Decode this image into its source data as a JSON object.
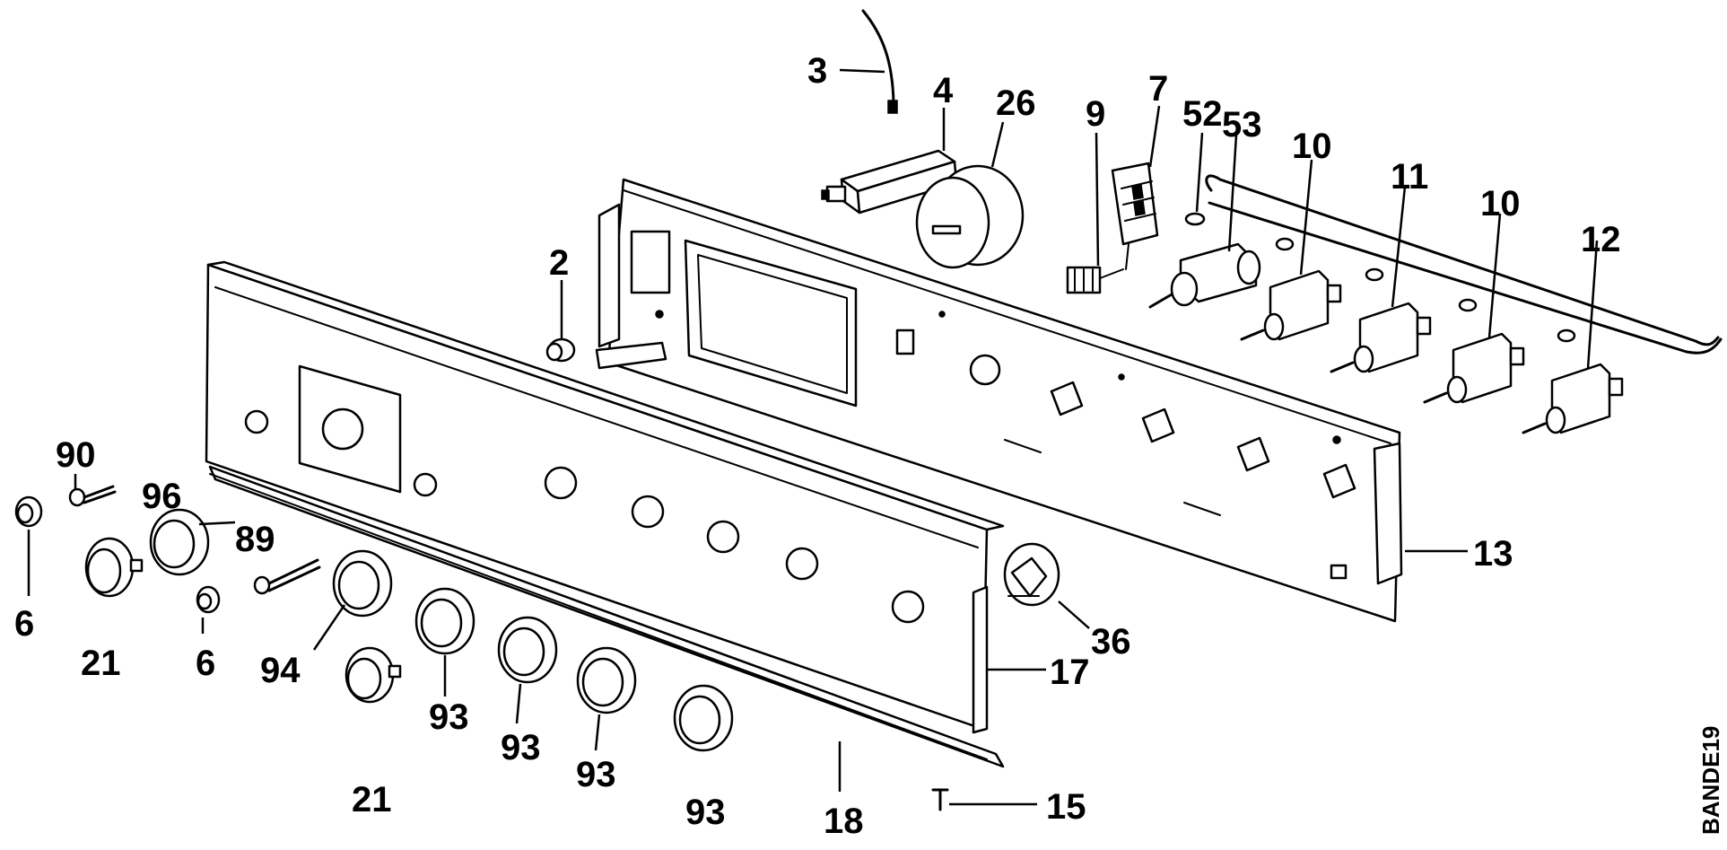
{
  "diagram": {
    "drawing_code": "BANDE19",
    "callouts": {
      "c3": "3",
      "c4": "4",
      "c26": "26",
      "c9": "9",
      "c7": "7",
      "c52": "52",
      "c53": "53",
      "c10a": "10",
      "c11": "11",
      "c10b": "10",
      "c12": "12",
      "c2": "2",
      "c13": "13",
      "c36": "36",
      "c17": "17",
      "c18": "18",
      "c15": "15",
      "c90": "90",
      "c96": "96",
      "c89": "89",
      "c6a": "6",
      "c21a": "21",
      "c6b": "6",
      "c94": "94",
      "c93a": "93",
      "c93b": "93",
      "c93c": "93",
      "c93d": "93",
      "c21b": "21"
    }
  }
}
